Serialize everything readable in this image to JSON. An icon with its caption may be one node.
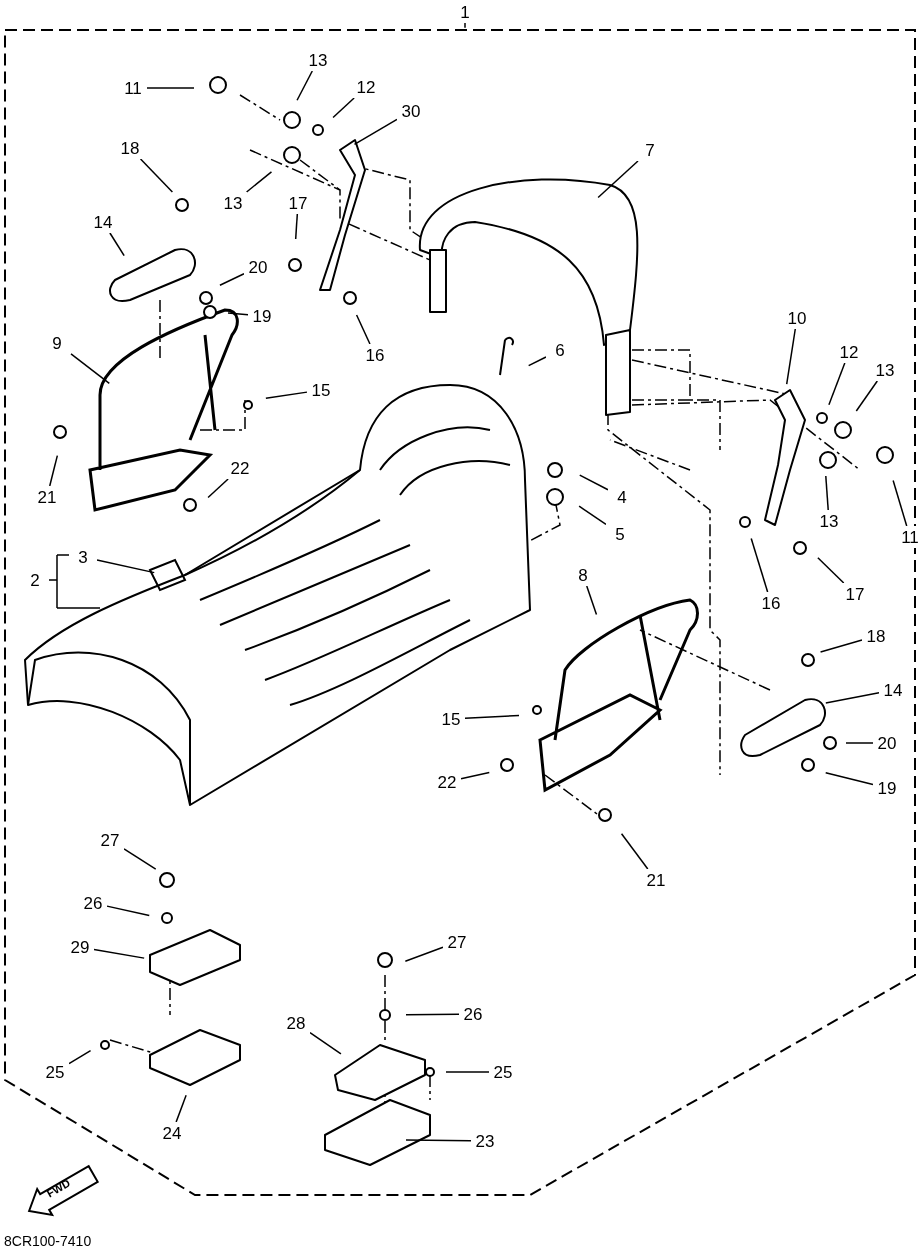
{
  "diagram": {
    "nodes": [
      {
        "text": [
          "1"
        ]
      },
      {
        "text": [
          "13"
        ]
      },
      {
        "text": [
          "12"
        ]
      },
      {
        "text": [
          "11"
        ]
      },
      {
        "text": [
          "30"
        ]
      },
      {
        "text": [
          "18"
        ]
      },
      {
        "text": [
          "7"
        ]
      },
      {
        "text": [
          "13"
        ]
      },
      {
        "text": [
          "17"
        ]
      },
      {
        "text": [
          "14"
        ]
      },
      {
        "text": [
          "20"
        ]
      },
      {
        "text": [
          "19"
        ]
      },
      {
        "text": [
          "10"
        ]
      },
      {
        "text": [
          "9"
        ]
      },
      {
        "text": [
          "6"
        ]
      },
      {
        "text": [
          "12"
        ]
      },
      {
        "text": [
          "16"
        ]
      },
      {
        "text": [
          "13"
        ]
      },
      {
        "text": [
          "15"
        ]
      },
      {
        "text": [
          "22"
        ]
      },
      {
        "text": [
          "4"
        ]
      },
      {
        "text": [
          "21"
        ]
      },
      {
        "text": [
          "13"
        ]
      },
      {
        "text": [
          "5"
        ]
      },
      {
        "text": [
          "11"
        ]
      },
      {
        "text": [
          "3"
        ]
      },
      {
        "text": [
          "8"
        ]
      },
      {
        "text": [
          "2"
        ]
      },
      {
        "text": [
          "17"
        ]
      },
      {
        "text": [
          "16"
        ]
      },
      {
        "text": [
          "18"
        ]
      },
      {
        "text": [
          "14"
        ]
      },
      {
        "text": [
          "15"
        ]
      },
      {
        "text": [
          "20"
        ]
      },
      {
        "text": [
          "22"
        ]
      },
      {
        "text": [
          "19"
        ]
      },
      {
        "text": [
          "27"
        ]
      },
      {
        "text": [
          "21"
        ]
      },
      {
        "text": [
          "26"
        ]
      },
      {
        "text": [
          "27"
        ]
      },
      {
        "text": [
          "29"
        ]
      },
      {
        "text": [
          "26"
        ]
      },
      {
        "text": [
          "28"
        ]
      },
      {
        "text": [
          "25"
        ]
      },
      {
        "text": [
          "25"
        ]
      },
      {
        "text": [
          "24"
        ]
      },
      {
        "text": [
          "23"
        ]
      }
    ],
    "edges": [
      {
        "from": 0,
        "to": null,
        "arrow": "none"
      },
      {
        "from": 1,
        "to": null,
        "arrow": "none"
      },
      {
        "from": 2,
        "to": null,
        "arrow": "none"
      },
      {
        "from": 3,
        "to": null,
        "arrow": "none"
      },
      {
        "from": 4,
        "to": null,
        "arrow": "none"
      },
      {
        "from": 5,
        "to": null,
        "arrow": "none"
      },
      {
        "from": 6,
        "to": null,
        "arrow": "none"
      },
      {
        "from": 7,
        "to": null,
        "arrow": "none"
      },
      {
        "from": 8,
        "to": null,
        "arrow": "none"
      },
      {
        "from": 9,
        "to": null,
        "arrow": "none"
      },
      {
        "from": 10,
        "to": null,
        "arrow": "none"
      },
      {
        "from": 11,
        "to": null,
        "arrow": "none"
      },
      {
        "from": 12,
        "to": null,
        "arrow": "none"
      },
      {
        "from": 13,
        "to": null,
        "arrow": "none"
      },
      {
        "from": 14,
        "to": null,
        "arrow": "none"
      },
      {
        "from": 15,
        "to": null,
        "arrow": "none"
      },
      {
        "from": 16,
        "to": null,
        "arrow": "none"
      },
      {
        "from": 17,
        "to": null,
        "arrow": "none"
      },
      {
        "from": 18,
        "to": null,
        "arrow": "none"
      },
      {
        "from": 19,
        "to": null,
        "arrow": "none"
      },
      {
        "from": 20,
        "to": null,
        "arrow": "none"
      },
      {
        "from": 21,
        "to": null,
        "arrow": "none"
      },
      {
        "from": 22,
        "to": null,
        "arrow": "none"
      },
      {
        "from": 23,
        "to": null,
        "arrow": "none"
      },
      {
        "from": 24,
        "to": null,
        "arrow": "none"
      },
      {
        "from": 25,
        "to": null,
        "arrow": "none"
      },
      {
        "from": 26,
        "to": null,
        "arrow": "none"
      },
      {
        "from": 27,
        "to": null,
        "arrow": "none"
      },
      {
        "from": 28,
        "to": null,
        "arrow": "none"
      },
      {
        "from": 29,
        "to": null,
        "arrow": "none"
      },
      {
        "from": 30,
        "to": null,
        "arrow": "none"
      },
      {
        "from": 31,
        "to": null,
        "arrow": "none"
      },
      {
        "from": 32,
        "to": null,
        "arrow": "none"
      },
      {
        "from": 33,
        "to": null,
        "arrow": "none"
      },
      {
        "from": 34,
        "to": null,
        "arrow": "none"
      },
      {
        "from": 35,
        "to": null,
        "arrow": "none"
      },
      {
        "from": 36,
        "to": null,
        "arrow": "none"
      },
      {
        "from": 37,
        "to": null,
        "arrow": "none"
      },
      {
        "from": 38,
        "to": null,
        "arrow": "none"
      },
      {
        "from": 39,
        "to": null,
        "arrow": "none"
      },
      {
        "from": 40,
        "to": null,
        "arrow": "none"
      },
      {
        "from": 41,
        "to": null,
        "arrow": "none"
      },
      {
        "from": 42,
        "to": null,
        "arrow": "none"
      },
      {
        "from": 43,
        "to": null,
        "arrow": "none"
      },
      {
        "from": 44,
        "to": null,
        "arrow": "none"
      },
      {
        "from": 45,
        "to": null,
        "arrow": "none"
      },
      {
        "from": 46,
        "to": null,
        "arrow": "none"
      }
    ],
    "labels": [
      "FWD",
      "8CR100-7410"
    ]
  }
}
